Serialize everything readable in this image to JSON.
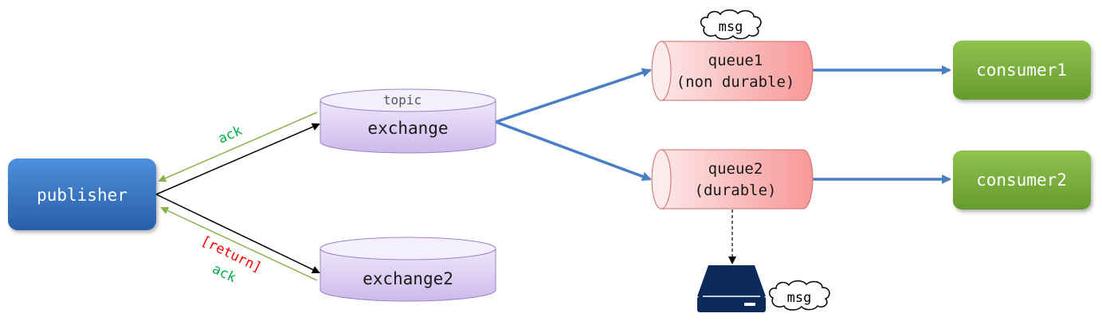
{
  "nodes": {
    "publisher": {
      "label": "publisher"
    },
    "exchange": {
      "type_label": "topic",
      "label": "exchange"
    },
    "exchange2": {
      "label": "exchange2"
    },
    "queue1": {
      "line1": "queue1",
      "line2": "(non durable)"
    },
    "queue2": {
      "line1": "queue2",
      "line2": "(durable)"
    },
    "consumer1": {
      "label": "consumer1"
    },
    "consumer2": {
      "label": "consumer2"
    }
  },
  "messages": {
    "queue1_msg": "msg",
    "disk_msg": "msg"
  },
  "edges": {
    "ack_exchange": "ack",
    "return_exchange2": "[return]",
    "ack_exchange2": "ack"
  },
  "colors": {
    "publisher": "#3a78c4",
    "exchange": "#ddd0f2",
    "queue": "#fbbcbc",
    "consumer": "#79b03c",
    "flow_arrow": "#4a7fc4",
    "ack": "#00b050",
    "return": "#ff0000",
    "disk": "#0d2a5c"
  },
  "icons": {
    "message_cloud": "cloud-icon",
    "disk": "hard-drive-icon"
  }
}
